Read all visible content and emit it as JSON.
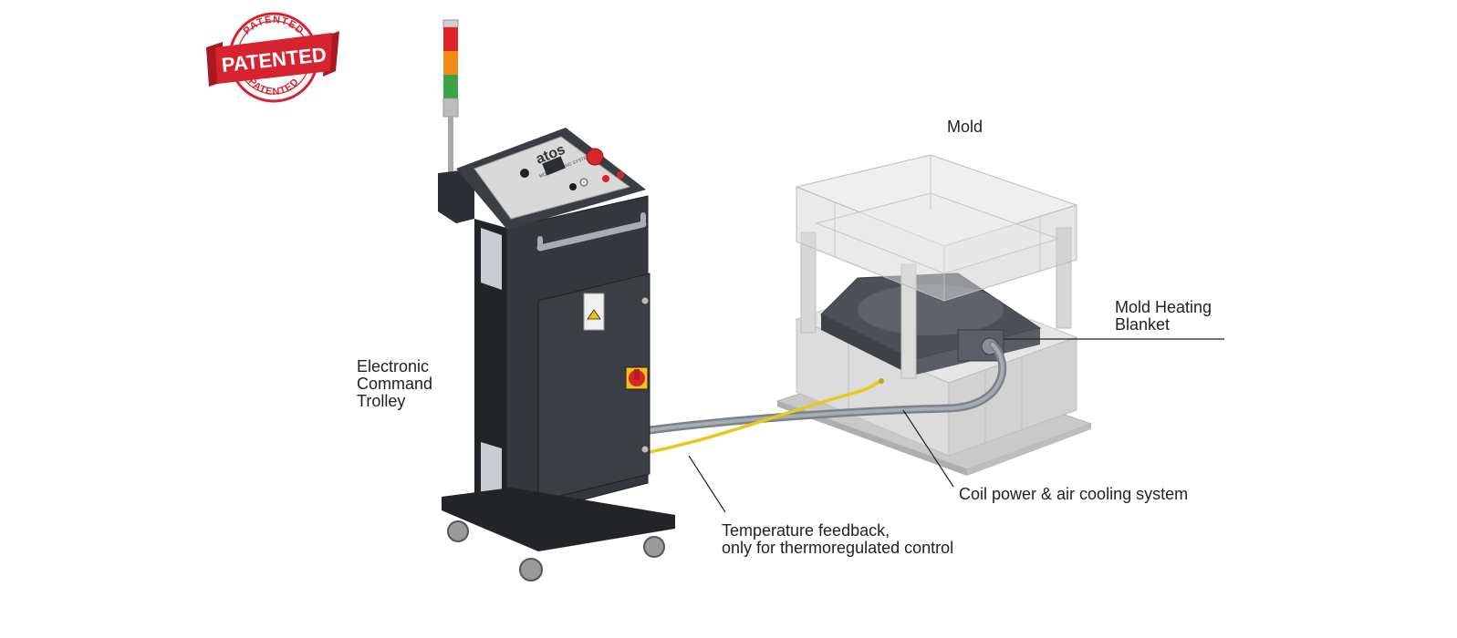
{
  "badge": {
    "main": "PATENTED",
    "ring_top": "PATENTED",
    "ring_bottom": "PATENTED",
    "color": "#d7232f"
  },
  "brand": {
    "logo": "atos",
    "panel_text": "MOLD HEATING SYSTEM"
  },
  "labels": {
    "mold": "Mold",
    "blanket": [
      "Mold Heating",
      "Blanket"
    ],
    "trolley": [
      "Electronic",
      "Command",
      "Trolley"
    ],
    "coil": "Coil power & air cooling system",
    "temperature": [
      "Temperature feedback,",
      "only for thermoregulated control"
    ]
  },
  "colors": {
    "trolley_body": "#2f3236",
    "mold_ghost": "#d9d9d9",
    "cable_grey": "#8d9399",
    "cable_yellow": "#e8c81a",
    "beacon": [
      "#d8262a",
      "#f08a1c",
      "#3aa544"
    ]
  }
}
